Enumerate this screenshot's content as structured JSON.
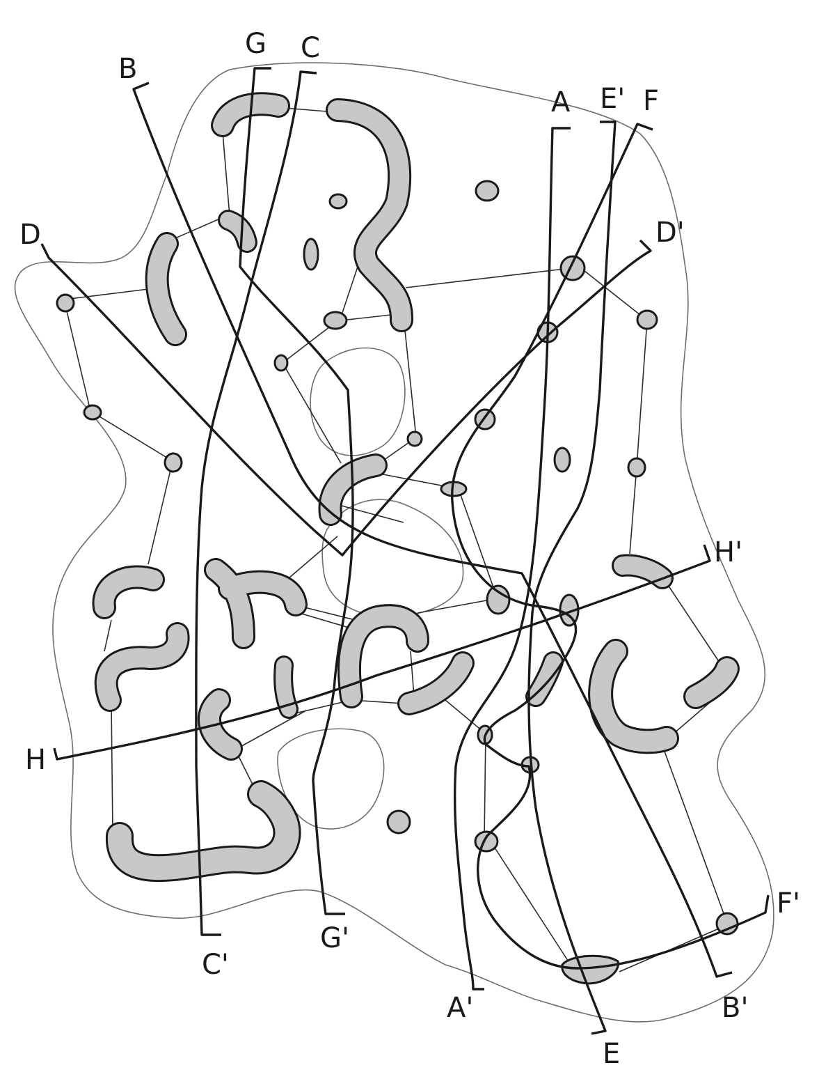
{
  "sections": [
    {
      "id": "A",
      "start_label": "A",
      "end_label": "A'"
    },
    {
      "id": "B",
      "start_label": "B",
      "end_label": "B'"
    },
    {
      "id": "C",
      "start_label": "C",
      "end_label": "C'"
    },
    {
      "id": "D",
      "start_label": "D",
      "end_label": "D'"
    },
    {
      "id": "E",
      "start_label": "E'",
      "end_label": "E"
    },
    {
      "id": "F",
      "start_label": "F",
      "end_label": "F'"
    },
    {
      "id": "G",
      "start_label": "G",
      "end_label": "G'"
    },
    {
      "id": "H",
      "start_label": "H",
      "end_label": "H'"
    }
  ],
  "colors": {
    "stroke": "#1a1a1a",
    "fill": "#c8c8c8",
    "outline": "#6d6d6d"
  }
}
